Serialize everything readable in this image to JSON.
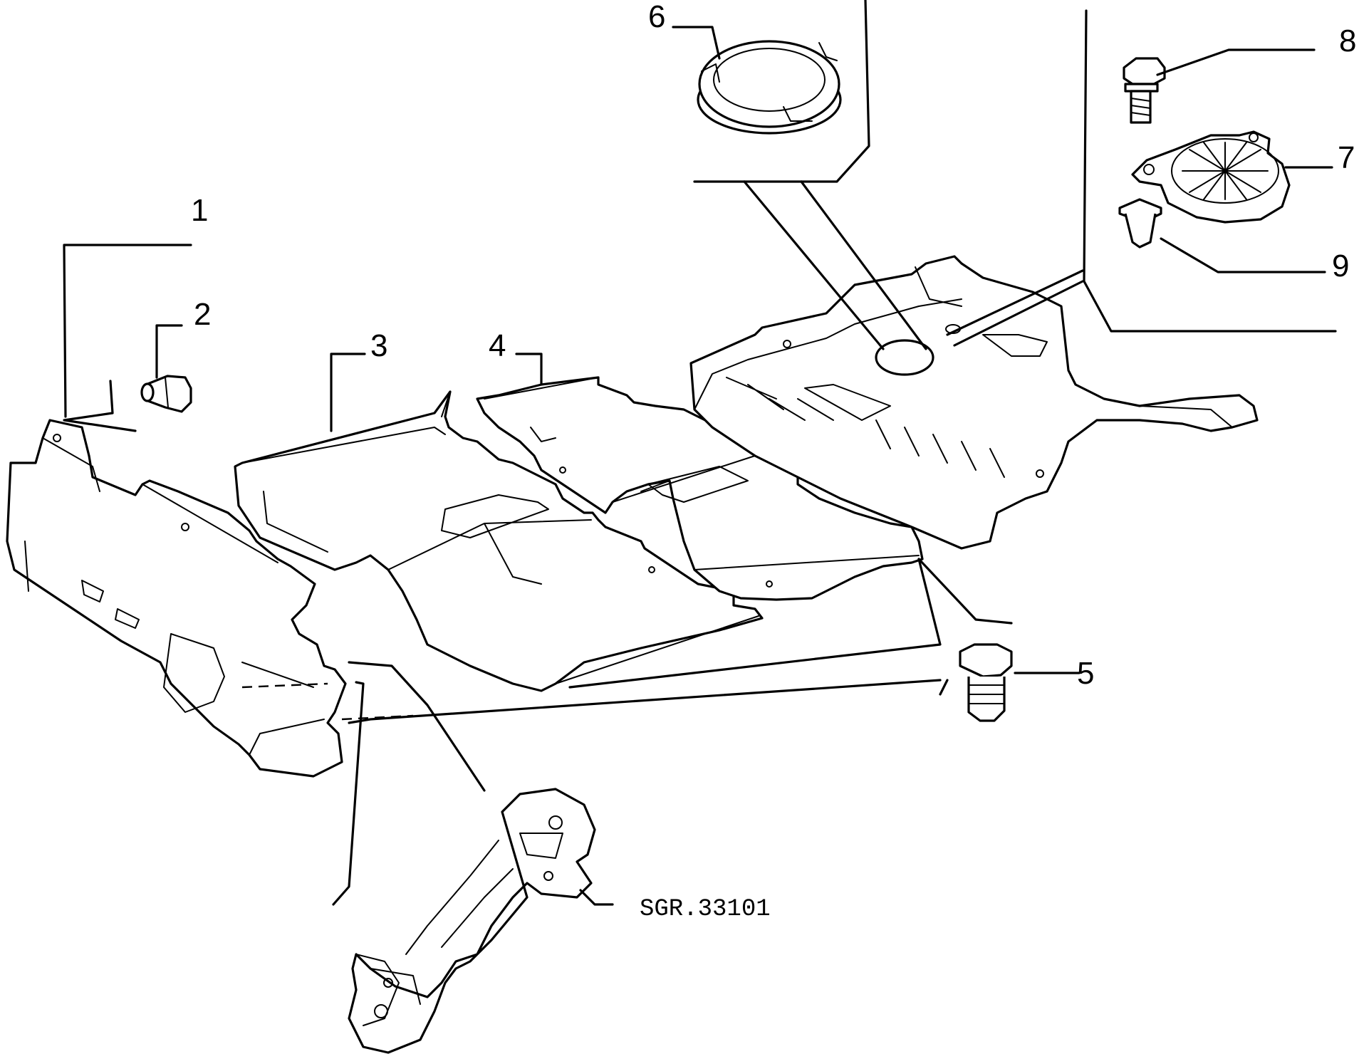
{
  "callouts": [
    {
      "id": "1",
      "label": "1"
    },
    {
      "id": "2",
      "label": "2"
    },
    {
      "id": "3",
      "label": "3"
    },
    {
      "id": "4",
      "label": "4"
    },
    {
      "id": "5",
      "label": "5"
    },
    {
      "id": "6",
      "label": "6"
    },
    {
      "id": "7",
      "label": "7"
    },
    {
      "id": "8",
      "label": "8"
    },
    {
      "id": "9",
      "label": "9"
    }
  ],
  "reference": {
    "label": "SGR.33101"
  }
}
